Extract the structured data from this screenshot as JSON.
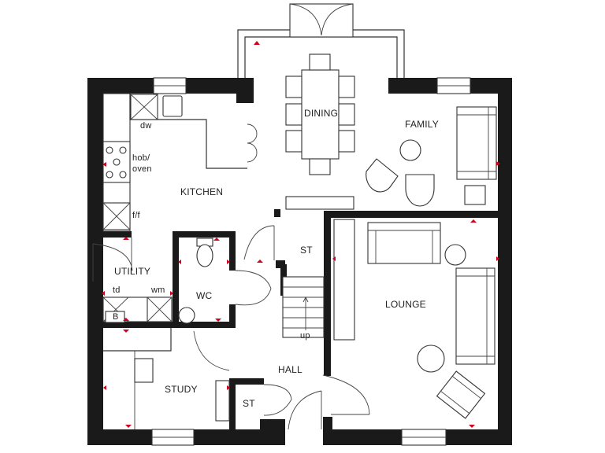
{
  "floorplan": {
    "rooms": {
      "kitchen": "KITCHEN",
      "dining": "DINING",
      "family": "FAMILY",
      "utility": "UTILITY",
      "wc": "WC",
      "st_upper": "ST",
      "lounge": "LOUNGE",
      "hall": "HALL",
      "study": "STUDY",
      "st_lower": "ST"
    },
    "fixtures": {
      "dw": "dw",
      "hob": "hob/",
      "oven": "oven",
      "ff": "f/f",
      "td": "td",
      "wm": "wm",
      "boiler": "B",
      "stairs": "up"
    },
    "colors": {
      "wall": "#1a1a1a",
      "marker": "#d0021b",
      "line": "#333333"
    }
  }
}
